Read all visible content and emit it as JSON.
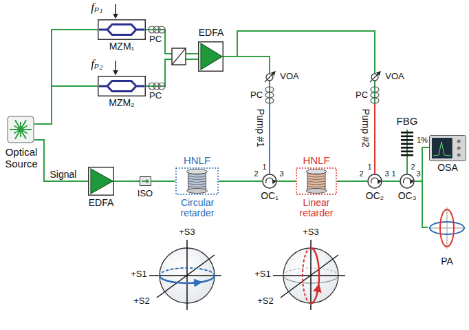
{
  "diagram": {
    "nodes": [
      {
        "text": [
          "Optical Source"
        ]
      },
      {
        "text": [
          "MZM₁"
        ]
      },
      {
        "text": [
          "MZM₂"
        ]
      },
      {
        "text": [
          "EDFA"
        ]
      },
      {
        "text": [
          "EDFA"
        ]
      },
      {
        "text": [
          "ISO"
        ]
      },
      {
        "text": [
          "HNLF",
          "Circular retarder"
        ]
      },
      {
        "text": [
          "OC₁",
          "1",
          "2",
          "3"
        ]
      },
      {
        "text": [
          "HNLF",
          "Linear retarder"
        ]
      },
      {
        "text": [
          "OC₂",
          "1",
          "2",
          "3"
        ]
      },
      {
        "text": [
          "FBG"
        ]
      },
      {
        "text": [
          "OC₃",
          "1",
          "2",
          "3"
        ]
      },
      {
        "text": [
          "OSA"
        ]
      },
      {
        "text": [
          "PA"
        ]
      }
    ],
    "edges": [
      {
        "from": 0,
        "to": 1,
        "arrow": "none"
      },
      {
        "from": 0,
        "to": 2,
        "arrow": "none"
      },
      {
        "from": 0,
        "to": 4,
        "arrow": "none"
      },
      {
        "from": 1,
        "to": 3,
        "arrow": "none"
      },
      {
        "from": 2,
        "to": 3,
        "arrow": "none"
      },
      {
        "from": 4,
        "to": 5,
        "arrow": "none"
      },
      {
        "from": 5,
        "to": 6,
        "arrow": "none"
      },
      {
        "from": 6,
        "to": 7,
        "arrow": "none"
      },
      {
        "from": 3,
        "to": 7,
        "arrow": "none"
      },
      {
        "from": 7,
        "to": 8,
        "arrow": "none"
      },
      {
        "from": 8,
        "to": 9,
        "arrow": "none"
      },
      {
        "from": 3,
        "to": 9,
        "arrow": "none"
      },
      {
        "from": 9,
        "to": 11,
        "arrow": "none"
      },
      {
        "from": 10,
        "to": 11,
        "arrow": "none"
      },
      {
        "from": 11,
        "to": 12,
        "arrow": "none"
      },
      {
        "from": 11,
        "to": 13,
        "arrow": "none"
      }
    ],
    "labels": [
      "fₚ₁",
      "fₚ₂",
      "PC",
      "PC",
      "Signal",
      "VOA",
      "PC",
      "Pump #1",
      "VOA",
      "PC",
      "Pump #2",
      "1%",
      "+S3",
      "+S1",
      "+S2",
      "+S3",
      "+S1",
      "+S2"
    ]
  }
}
